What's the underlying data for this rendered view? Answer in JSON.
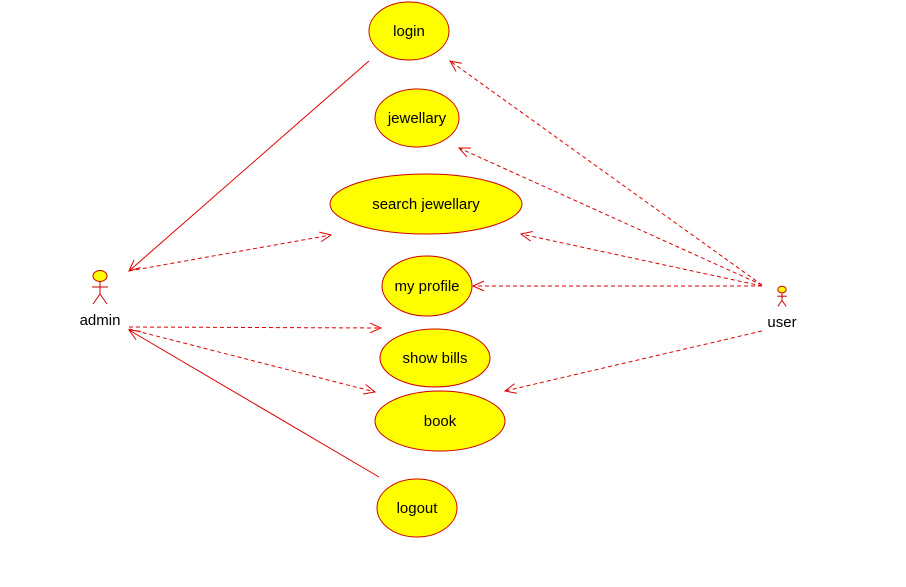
{
  "colors": {
    "usecase_fill": "#ffff00",
    "usecase_stroke": "#cc0000",
    "line": "#dd0000",
    "text": "#000000"
  },
  "actors": [
    {
      "id": "admin",
      "label": "admin"
    },
    {
      "id": "user",
      "label": "user"
    }
  ],
  "use_cases": [
    {
      "id": "login",
      "label": "login"
    },
    {
      "id": "jewellary",
      "label": "jewellary"
    },
    {
      "id": "search_jewellary",
      "label": "search jewellary"
    },
    {
      "id": "my_profile",
      "label": "my profile"
    },
    {
      "id": "show_bills",
      "label": "show bills"
    },
    {
      "id": "book",
      "label": "book"
    },
    {
      "id": "logout",
      "label": "logout"
    }
  ],
  "relations": [
    {
      "from": "login",
      "to": "admin",
      "style": "solid"
    },
    {
      "from": "admin",
      "to": "search_jewellary",
      "style": "dashed"
    },
    {
      "from": "admin",
      "to": "show_bills",
      "style": "dashed"
    },
    {
      "from": "admin",
      "to": "book",
      "style": "dashed"
    },
    {
      "from": "logout",
      "to": "admin",
      "style": "solid"
    },
    {
      "from": "user",
      "to": "login",
      "style": "dashed"
    },
    {
      "from": "user",
      "to": "jewellary",
      "style": "dashed"
    },
    {
      "from": "user",
      "to": "search_jewellary",
      "style": "dashed"
    },
    {
      "from": "user",
      "to": "my_profile",
      "style": "dashed"
    },
    {
      "from": "user",
      "to": "book",
      "style": "dashed"
    }
  ]
}
